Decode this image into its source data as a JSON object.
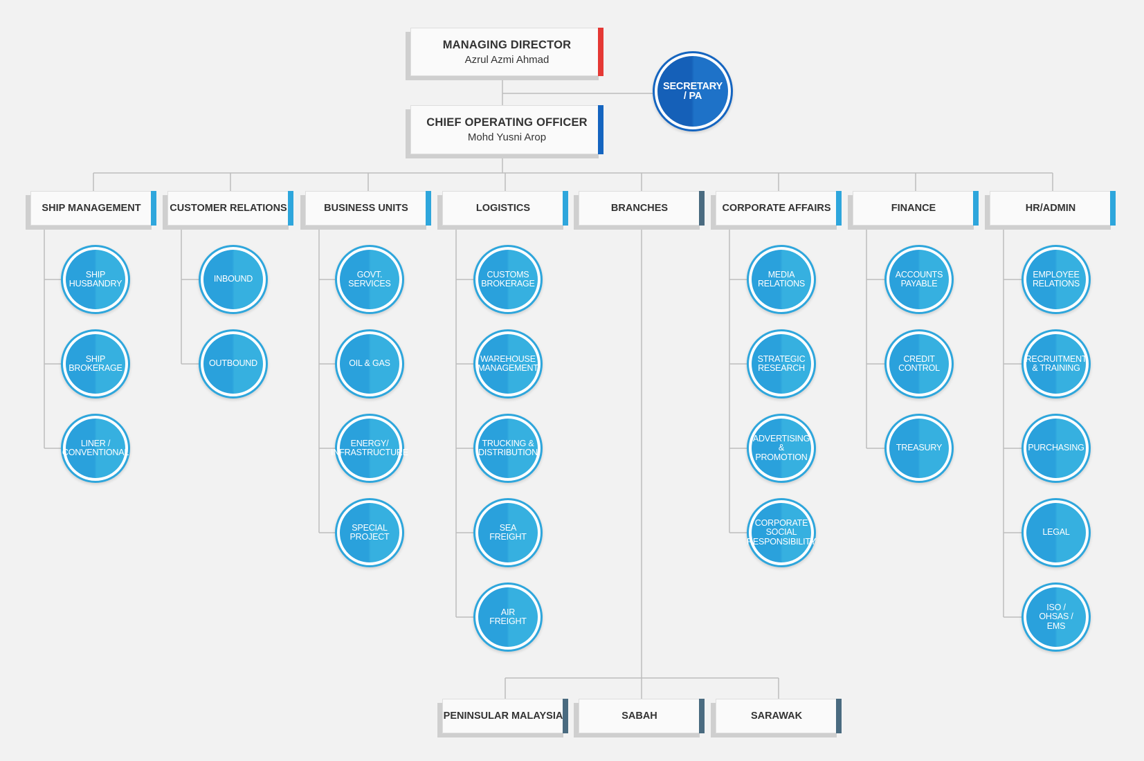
{
  "colors": {
    "background": "#f2f2f2",
    "connector": "#bdbdbd",
    "managing_director_accent": "#e53935",
    "coo_accent": "#1565c0",
    "department_accent": "#2ea6dc",
    "branch_accent": "#4a6b80",
    "circle_fill": "#2aa1dc",
    "secretary_fill": "#1565c0"
  },
  "managing_director": {
    "title": "MANAGING DIRECTOR",
    "name": "Azrul Azmi Ahmad"
  },
  "chief_operating_officer": {
    "title": "CHIEF OPERATING OFFICER",
    "name": "Mohd Yusni Arop"
  },
  "secretary": {
    "label": "SECRETARY\n/ PA"
  },
  "departments": [
    {
      "title": "SHIP MANAGEMENT",
      "units": [
        "SHIP\nHUSBANDRY",
        "SHIP\nBROKERAGE",
        "LINER /\nCONVENTIONAL"
      ]
    },
    {
      "title": "CUSTOMER RELATIONS",
      "units": [
        "INBOUND",
        "OUTBOUND"
      ]
    },
    {
      "title": "BUSINESS UNITS",
      "units": [
        "GOVT.\nSERVICES",
        "OIL & GAS",
        "ENERGY/\nINFRASTRUCTURE",
        "SPECIAL\nPROJECT"
      ]
    },
    {
      "title": "LOGISTICS",
      "units": [
        "CUSTOMS\nBROKERAGE",
        "WAREHOUSE\nMANAGEMENT",
        "TRUCKING &\nDISTRIBUTION",
        "SEA\nFREIGHT",
        "AIR\nFREIGHT"
      ]
    },
    {
      "title": "BRANCHES",
      "units": []
    },
    {
      "title": "CORPORATE AFFAIRS",
      "units": [
        "MEDIA\nRELATIONS",
        "STRATEGIC\nRESEARCH",
        "ADVERTISING\n& PROMOTION",
        "CORPORATE\nSOCIAL\nRESPONSIBILITY"
      ]
    },
    {
      "title": "FINANCE",
      "units": [
        "ACCOUNTS\nPAYABLE",
        "CREDIT\nCONTROL",
        "TREASURY"
      ]
    },
    {
      "title": "HR/ADMIN",
      "units": [
        "EMPLOYEE\nRELATIONS",
        "RECRUITMENT\n& TRAINING",
        "PURCHASING",
        "LEGAL",
        "ISO /\nOHSAS /\nEMS"
      ]
    }
  ],
  "branches": [
    "PENINSULAR MALAYSIA",
    "SABAH",
    "SARAWAK"
  ]
}
